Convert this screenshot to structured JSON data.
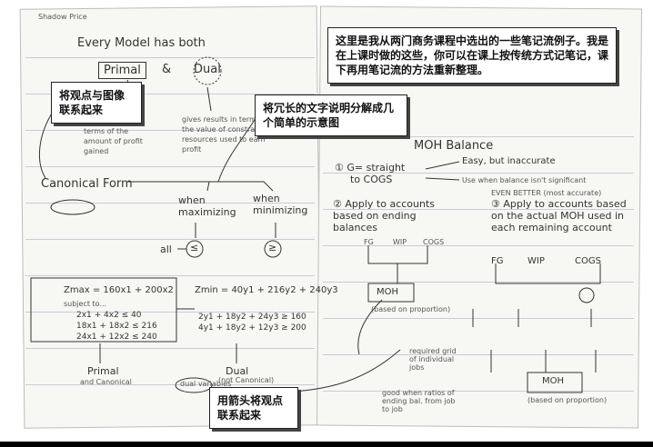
{
  "callouts": {
    "top_right": "这里是我从两门商务课程中选出的一些笔记流例子。我是在上课时做的这些，你可以在课上按传统方式记笔记，课下再用笔记流的方法重新整理。",
    "top_left": "将观点与图像联系起来",
    "middle": "将冗长的文字说明分解成几个简单的示意图",
    "bottom": "用箭头将观点联系起来"
  },
  "left_notes": {
    "header": "Shadow Price",
    "title": "Every Model has both",
    "primal": "Primal",
    "amp": "&",
    "dual": "Dual",
    "primal_desc": "gives results in terms of the amount of profit gained",
    "dual_desc": "gives results in terms of the value of constrained resources used to earn profit",
    "canonical": "Canonical Form",
    "when_max": "when maximizing",
    "when_min": "when minimizing",
    "all_label": "all",
    "leq": "≤",
    "geq": "≥",
    "primal_obj": "Zmax = 160x1 + 200x2",
    "subject_to": "subject to...",
    "primal_c1": "2x1 + 4x2 ≤ 40",
    "primal_c2": "18x1 + 18x2 ≤ 216",
    "primal_c3": "24x1 + 12x2 ≤ 240",
    "dual_obj": "Zmin = 40y1 + 216y2 + 240y3",
    "dual_c1": "2y1 + 18y2 + 24y3 ≥ 160",
    "dual_c2": "4y1 + 18y2 + 12y3 ≥ 200",
    "primal_label": "Primal",
    "primal_sub": "and Canonical",
    "dual_label": "Dual",
    "dual_sub": "(not Canonical)",
    "dual_vars": "dual variables"
  },
  "right_notes": {
    "title": "MOH Balance",
    "item1_a": "① G= straight",
    "item1_b": "to COGS",
    "item1_c": "Easy, but inaccurate",
    "item1_d": "Use when balance isn't significant",
    "item2": "② Apply to accounts based on ending balances",
    "item3": "③ Apply to accounts based on the actual MOH used in each remaining account",
    "even_better": "EVEN BETTER (most accurate)",
    "fg": "FG",
    "wip": "WIP",
    "cogs": "COGS",
    "moh": "MOH",
    "based_on_prop": "(based on proportion)",
    "based_on_prop2": "(based on proportion)",
    "required": "required grid of individual jobs",
    "good_for": "good when ratios of ending bal. from job to job"
  }
}
